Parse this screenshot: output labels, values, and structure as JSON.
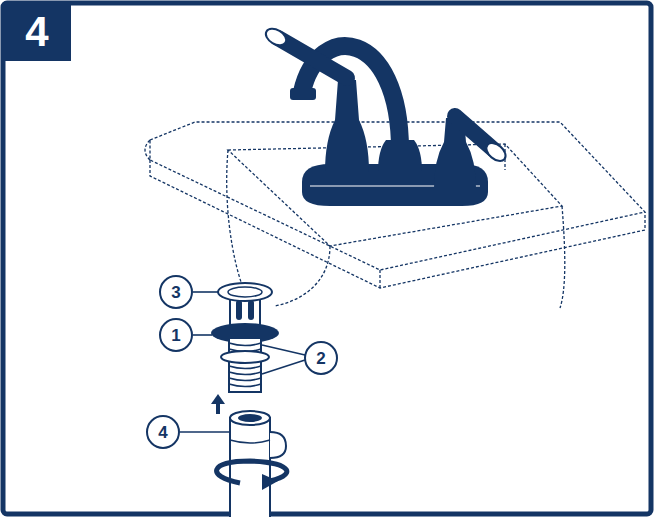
{
  "diagram": {
    "title": "4",
    "nodes": [
      {
        "text": [
          "3"
        ]
      },
      {
        "text": [
          "1"
        ]
      },
      {
        "text": [
          "2"
        ]
      },
      {
        "text": [
          "4"
        ]
      }
    ]
  }
}
